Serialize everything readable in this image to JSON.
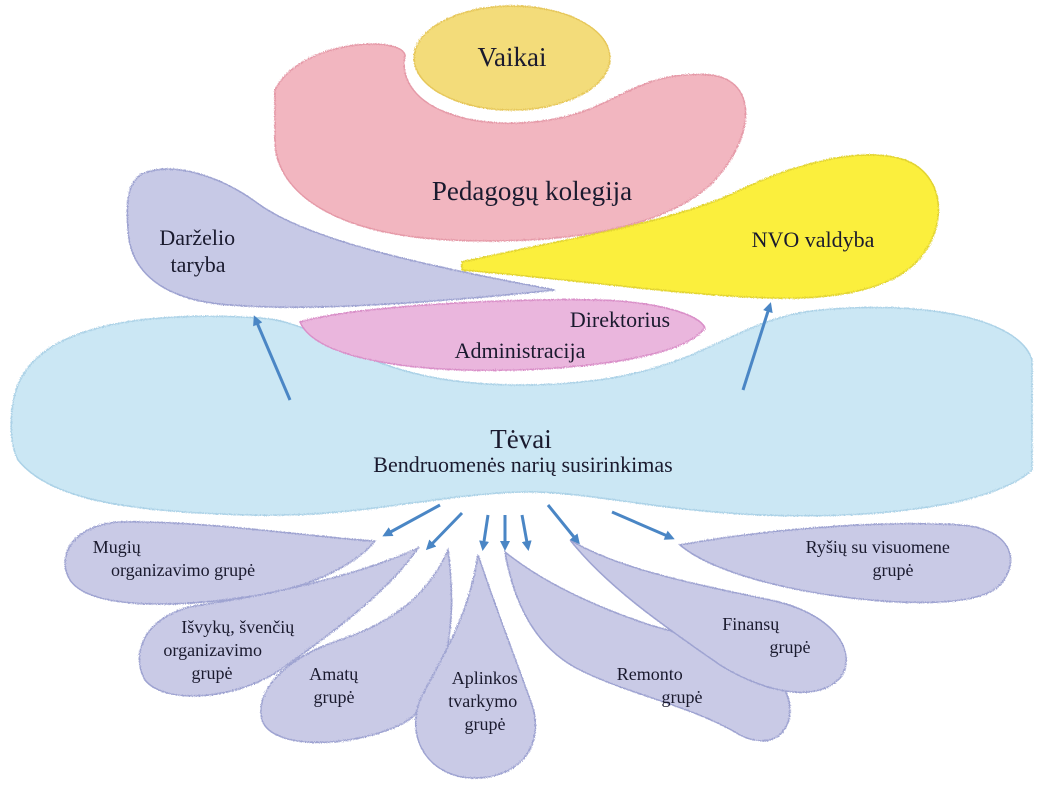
{
  "colors": {
    "vaikai": "#f3dc7a",
    "kolegija": "#f2b6c0",
    "taryba": "#c7c9e6",
    "nvo": "#fbef3e",
    "administracija": "#eab6dd",
    "tevai": "#c9e6f4",
    "groups": "#c9cae6",
    "arrows": "#4a86c5"
  },
  "nodes": {
    "vaikai": "Vaikai",
    "kolegija": "Pedagogų kolegija",
    "taryba": [
      "Darželio",
      "taryba"
    ],
    "nvo": "NVO valdyba",
    "direktorius": "Direktorius",
    "administracija": "Administracija",
    "tevai": "Tėvai",
    "susirinkimas": "Bendruomenės narių susirinkimas"
  },
  "groups": {
    "mugiu": [
      "Mugių",
      "organizavimo grupė"
    ],
    "isvyku": [
      "Išvykų, švenčių",
      "organizavimo",
      "grupė"
    ],
    "amatu": [
      "Amatų",
      "grupė"
    ],
    "aplinkos": [
      "Aplinkos",
      "tvarkymo",
      "grupė"
    ],
    "remonto": [
      "Remonto",
      "grupė"
    ],
    "finansu": [
      "Finansų",
      "grupė"
    ],
    "rysiu": [
      "Ryšių su visuomene",
      "grupė"
    ]
  }
}
